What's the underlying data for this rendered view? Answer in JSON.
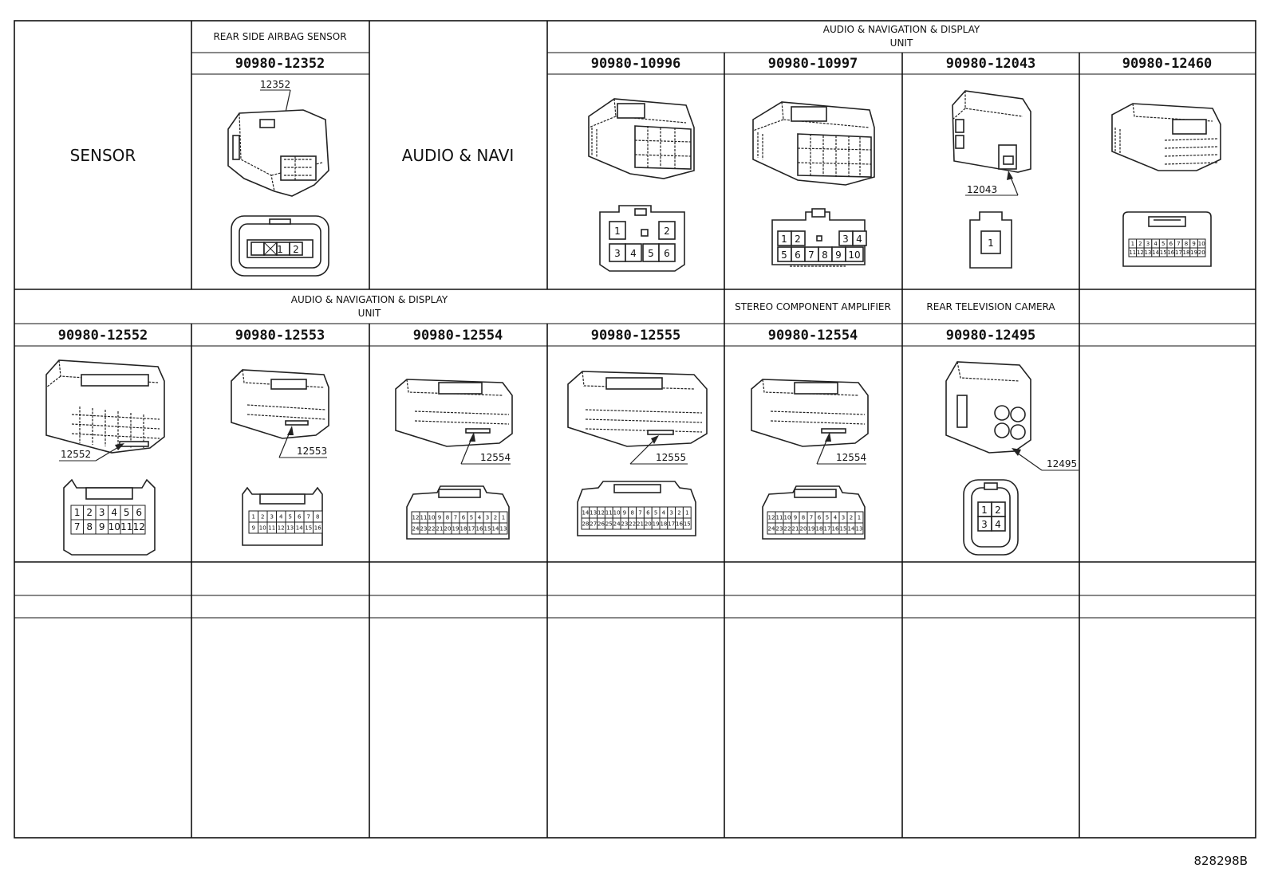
{
  "table": {
    "row1": {
      "sensor_label": "SENSOR",
      "rear_airbag_title": "REAR SIDE AIRBAG SENSOR",
      "rear_airbag_part": "90980-12352",
      "rear_airbag_callout": "12352",
      "audio_navi_label": "AUDIO & NAVI",
      "audio_nav_group_line1": "AUDIO & NAVIGATION & DISPLAY",
      "audio_nav_group_line2": "UNIT",
      "parts": [
        "90980-10996",
        "90980-10997",
        "90980-12043",
        "90980-12460"
      ],
      "callout_12043": "12043"
    },
    "row2": {
      "audio_nav_group_line1": "AUDIO & NAVIGATION & DISPLAY",
      "audio_nav_group_line2": "UNIT",
      "stereo_title": "STEREO COMPONENT AMPLIFIER",
      "camera_title": "REAR TELEVISION CAMERA",
      "parts": [
        "90980-12552",
        "90980-12553",
        "90980-12554",
        "90980-12555",
        "90980-12554",
        "90980-12495"
      ],
      "callouts": [
        "12552",
        "12553",
        "12554",
        "12555",
        "12554",
        "12495"
      ]
    }
  },
  "pins": {
    "c12352": [
      "1",
      "2"
    ],
    "c10996": [
      "1",
      "2",
      "3",
      "4",
      "5",
      "6"
    ],
    "c10997": [
      "1",
      "2",
      "3",
      "4",
      "5",
      "6",
      "7",
      "8",
      "9",
      "10"
    ],
    "c12043": [
      "1"
    ],
    "c12460": [
      "1",
      "2",
      "3",
      "4",
      "5",
      "6",
      "7",
      "8",
      "9",
      "10",
      "11",
      "12",
      "13",
      "14",
      "15",
      "16",
      "17",
      "18",
      "19",
      "20"
    ],
    "c12552": [
      "1",
      "2",
      "3",
      "4",
      "5",
      "6",
      "7",
      "8",
      "9",
      "10",
      "11",
      "12"
    ],
    "c12553": [
      "1",
      "2",
      "3",
      "4",
      "5",
      "6",
      "7",
      "8",
      "9",
      "10",
      "11",
      "12",
      "13",
      "14",
      "15",
      "16"
    ],
    "c12554": [
      "12",
      "11",
      "10",
      "9",
      "8",
      "7",
      "6",
      "5",
      "4",
      "3",
      "2",
      "1",
      "24",
      "23",
      "22",
      "21",
      "20",
      "19",
      "18",
      "17",
      "16",
      "15",
      "14",
      "13"
    ],
    "c12555": [
      "14",
      "13",
      "12",
      "11",
      "10",
      "9",
      "8",
      "7",
      "6",
      "5",
      "4",
      "3",
      "2",
      "1",
      "28",
      "27",
      "26",
      "25",
      "24",
      "23",
      "22",
      "21",
      "20",
      "19",
      "18",
      "17",
      "16",
      "15"
    ],
    "c12495": [
      "1",
      "2",
      "3",
      "4"
    ]
  },
  "reference": "828298B"
}
